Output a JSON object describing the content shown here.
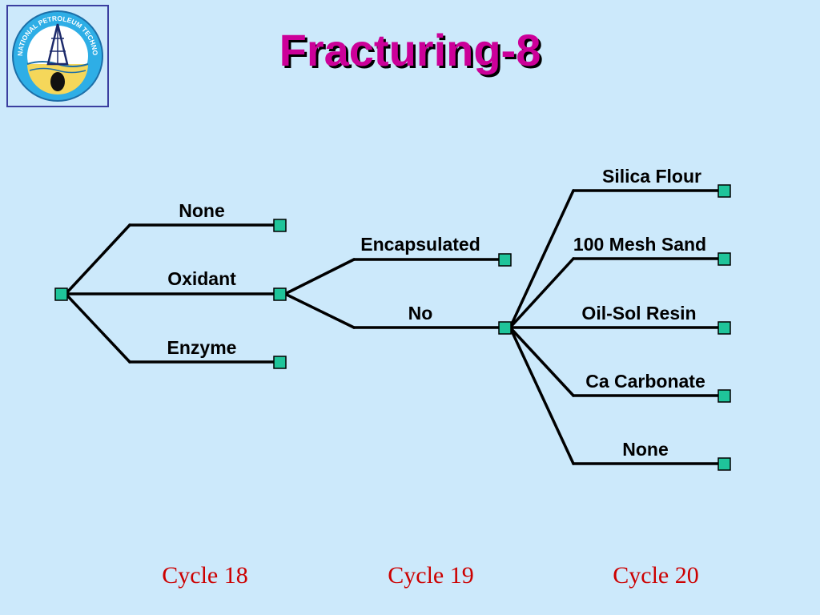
{
  "logo": {
    "text": "NATIONAL PETROLEUM TECHNOLOGY OFFICE",
    "colors": {
      "ring": "#2eaee6",
      "ground": "#f5d75a",
      "border": "#3b3fa0"
    }
  },
  "title": "Fracturing-8",
  "colors": {
    "title": "#cc0099",
    "background": "#cce9fb",
    "node": "#1fc49a",
    "cycle": "#cc0000"
  },
  "cycle18": {
    "labels": [
      "None",
      "Oxidant",
      "Enzyme"
    ]
  },
  "cycle19": {
    "labels": [
      "Encapsulated",
      "No"
    ]
  },
  "cycle20": {
    "labels": [
      "Silica Flour",
      "100 Mesh Sand",
      "Oil-Sol Resin",
      "Ca Carbonate",
      "None"
    ]
  },
  "cycles": [
    "Cycle 18",
    "Cycle 19",
    "Cycle 20"
  ]
}
